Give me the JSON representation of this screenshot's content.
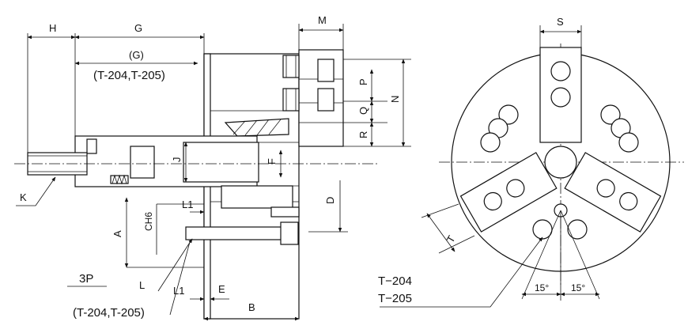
{
  "labels": {
    "H": "H",
    "G": "G",
    "G_paren": "(G)",
    "models_top": "(T-204,T-205)",
    "M": "M",
    "P": "P",
    "Q": "Q",
    "N": "N",
    "R": "R",
    "J": "J",
    "F": "F",
    "D": "D",
    "K": "K",
    "CH6": "CH6",
    "L1_top": "L1",
    "A": "A",
    "L": "L",
    "L1_bottom": "L1",
    "E": "E",
    "B": "B",
    "three_p": "3P",
    "models_bottom": "(T-204,T-205)",
    "S": "S",
    "T": "T",
    "T204": "T−204",
    "T205": "T−205",
    "angle_left": "15°",
    "angle_right": "15°"
  }
}
